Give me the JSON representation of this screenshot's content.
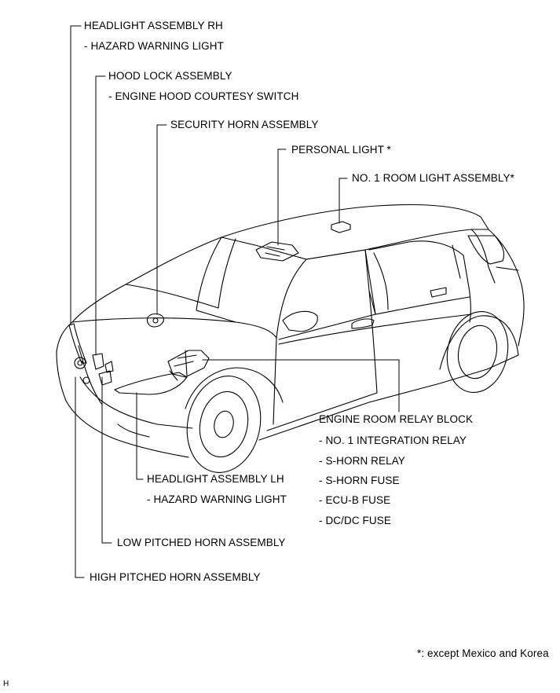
{
  "labels": {
    "headlight_rh": "HEADLIGHT ASSEMBLY RH",
    "headlight_rh_sub": "- HAZARD WARNING LIGHT",
    "hood_lock": "HOOD LOCK ASSEMBLY",
    "hood_lock_sub": "- ENGINE HOOD COURTESY SWITCH",
    "security_horn": "SECURITY HORN ASSEMBLY",
    "personal_light": "PERSONAL LIGHT *",
    "room_light": "NO. 1 ROOM LIGHT ASSEMBLY*",
    "relay_block": "ENGINE ROOM RELAY BLOCK",
    "relay_block_items": [
      "- NO. 1 INTEGRATION RELAY",
      "- S-HORN RELAY",
      "- S-HORN FUSE",
      "- ECU-B FUSE",
      "- DC/DC FUSE"
    ],
    "headlight_lh": "HEADLIGHT ASSEMBLY LH",
    "headlight_lh_sub": "- HAZARD WARNING LIGHT",
    "low_horn": "LOW PITCHED HORN ASSEMBLY",
    "high_horn": "HIGH PITCHED HORN ASSEMBLY"
  },
  "footnote": "*: except Mexico and Korea",
  "corner_code": "H",
  "colors": {
    "line": "#000000",
    "background": "#ffffff"
  }
}
